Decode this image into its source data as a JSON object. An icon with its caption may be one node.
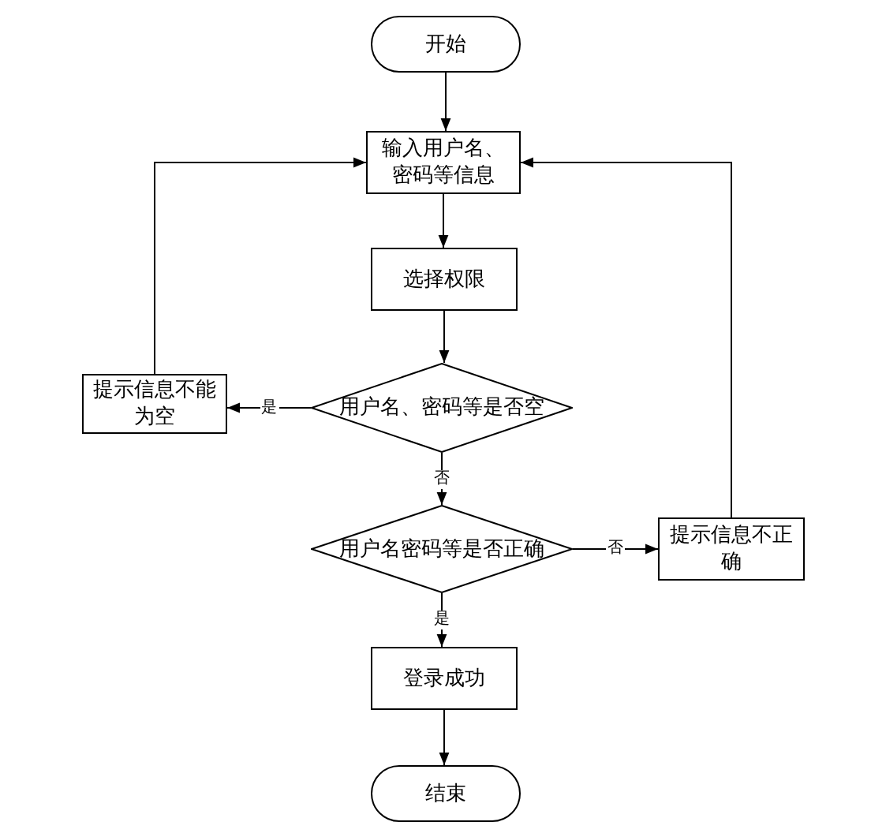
{
  "diagram": {
    "nodes": [
      {
        "text": [
          "开始"
        ]
      },
      {
        "text": [
          "输入用户名、密码等信息"
        ]
      },
      {
        "text": [
          "选择权限"
        ]
      },
      {
        "text": [
          "用户名、密码等是否空"
        ]
      },
      {
        "text": [
          "提示信息不能为空"
        ]
      },
      {
        "text": [
          "用户名密码等是否正确"
        ]
      },
      {
        "text": [
          "提示信息不正确"
        ]
      },
      {
        "text": [
          "登录成功"
        ]
      },
      {
        "text": [
          "结束"
        ]
      }
    ],
    "edges": [
      {
        "from": 0,
        "to": 1,
        "arrow": "to"
      },
      {
        "from": 1,
        "to": 2,
        "arrow": "to"
      },
      {
        "from": 2,
        "to": 3,
        "arrow": "to"
      },
      {
        "from": 3,
        "to": 4,
        "arrow": "to",
        "label": "是"
      },
      {
        "from": 3,
        "to": 5,
        "arrow": "to",
        "label": "否"
      },
      {
        "from": 5,
        "to": 6,
        "arrow": "to",
        "label": "否"
      },
      {
        "from": 5,
        "to": 7,
        "arrow": "to",
        "label": "是"
      },
      {
        "from": 7,
        "to": 8,
        "arrow": "to"
      },
      {
        "from": 4,
        "to": 1,
        "arrow": "to"
      },
      {
        "from": 6,
        "to": 1,
        "arrow": "to"
      }
    ]
  }
}
